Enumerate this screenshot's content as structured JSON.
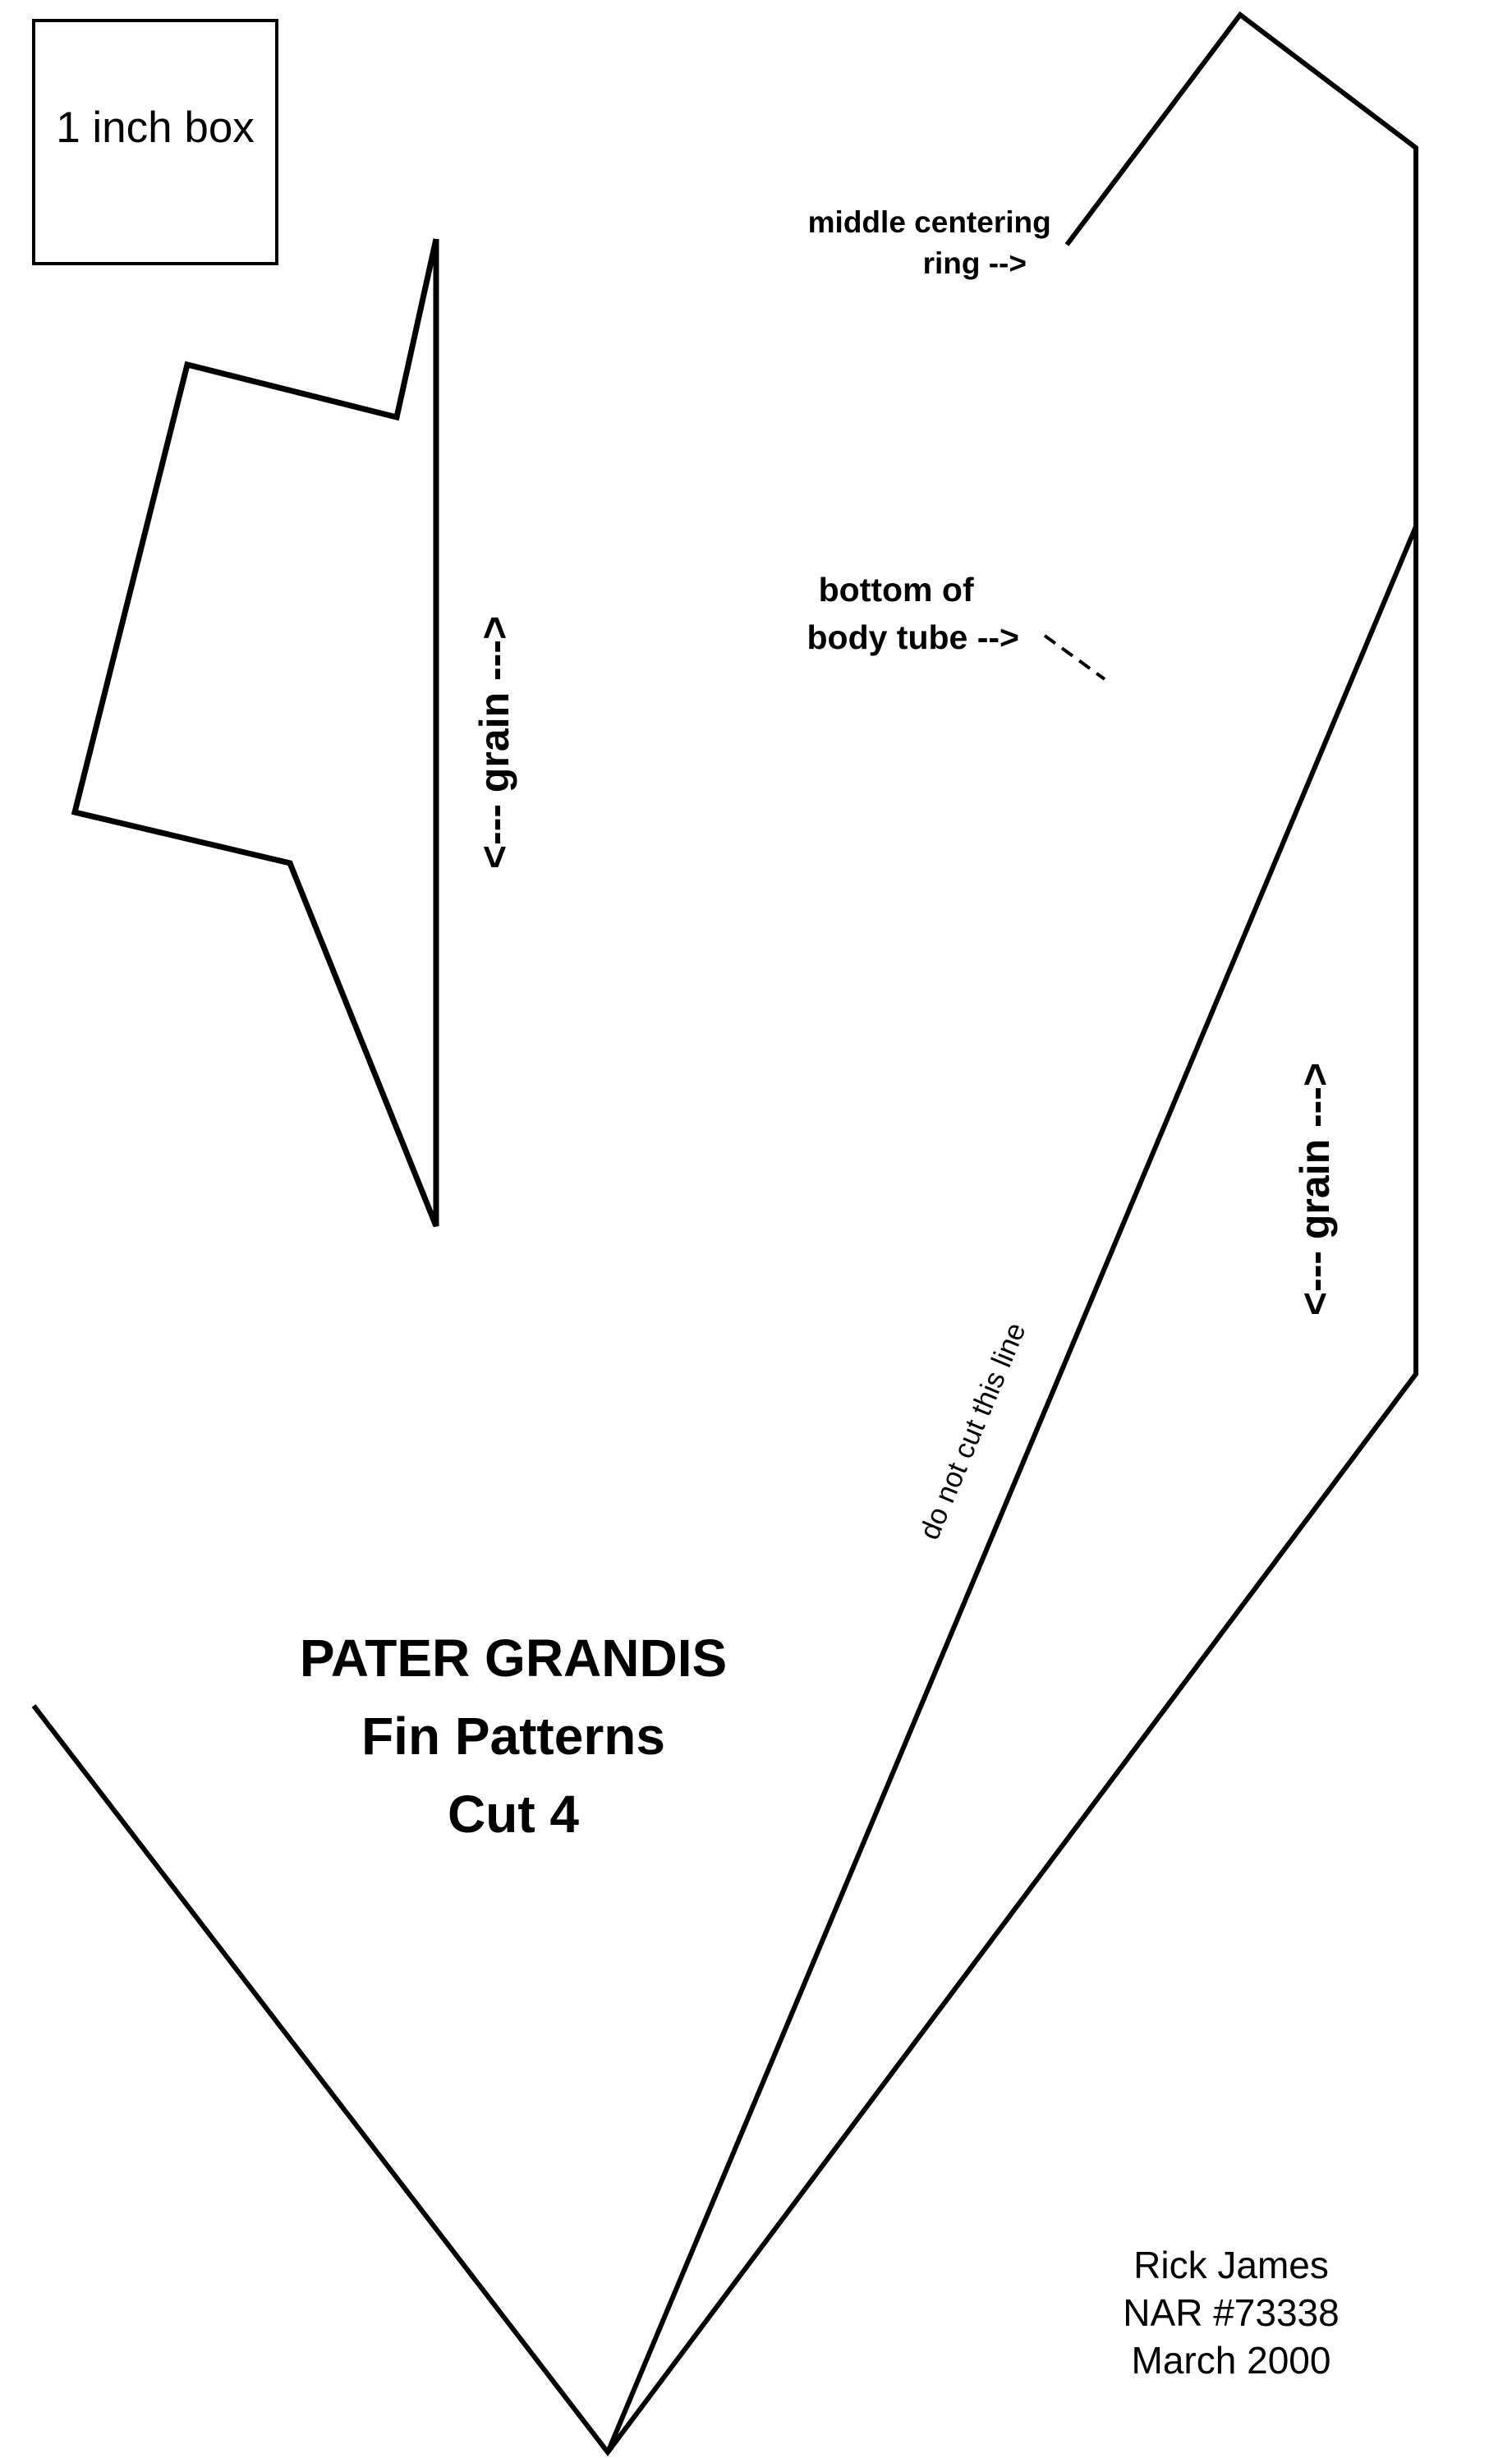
{
  "scale_box": {
    "label": "1 inch box"
  },
  "small_fin": {
    "grain_label": "<--- grain --->"
  },
  "large_fin": {
    "grain_label": "<--- grain --->",
    "middle_centering_ring_label": [
      "middle centering",
      "ring  -->"
    ],
    "bottom_of_body_tube_label": [
      "bottom of",
      "body tube -->"
    ],
    "do_not_cut_label": "do not cut this line"
  },
  "title": {
    "line1": "PATER GRANDIS",
    "line2": "Fin Patterns",
    "line3": "Cut 4"
  },
  "credit": {
    "author": "Rick James",
    "nar": "NAR #73338",
    "date": "March 2000"
  }
}
